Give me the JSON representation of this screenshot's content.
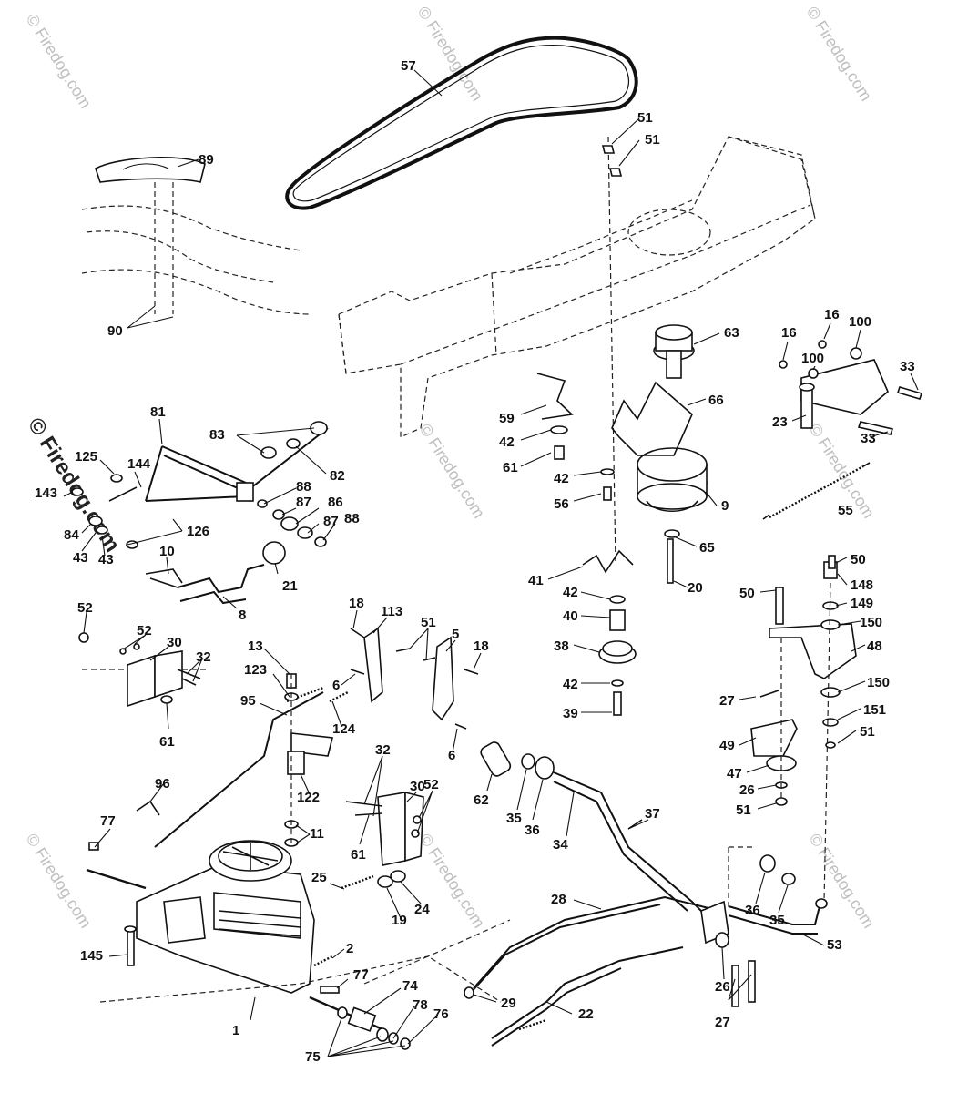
{
  "diagram": {
    "watermark_text": "© Firedog.com",
    "part_labels": [
      "57",
      "51",
      "51",
      "89",
      "90",
      "63",
      "16",
      "16",
      "100",
      "100",
      "33",
      "23",
      "33",
      "81",
      "83",
      "82",
      "125",
      "144",
      "143",
      "84",
      "43",
      "43",
      "126",
      "88",
      "87",
      "86",
      "87",
      "88",
      "10",
      "21",
      "8",
      "59",
      "42",
      "61",
      "42",
      "56",
      "66",
      "9",
      "55",
      "65",
      "41",
      "20",
      "42",
      "40",
      "38",
      "42",
      "39",
      "50",
      "148",
      "50",
      "149",
      "150",
      "48",
      "27",
      "150",
      "151",
      "51",
      "49",
      "47",
      "26",
      "51",
      "52",
      "52",
      "30",
      "32",
      "61",
      "13",
      "123",
      "95",
      "96",
      "124",
      "122",
      "18",
      "113",
      "51",
      "6",
      "5",
      "18",
      "6",
      "32",
      "30",
      "52",
      "61",
      "11",
      "62",
      "35",
      "36",
      "34",
      "37",
      "77",
      "25",
      "19",
      "24",
      "145",
      "2",
      "77",
      "1",
      "74",
      "78",
      "76",
      "75",
      "28",
      "29",
      "22",
      "36",
      "35",
      "53",
      "26",
      "27"
    ]
  }
}
